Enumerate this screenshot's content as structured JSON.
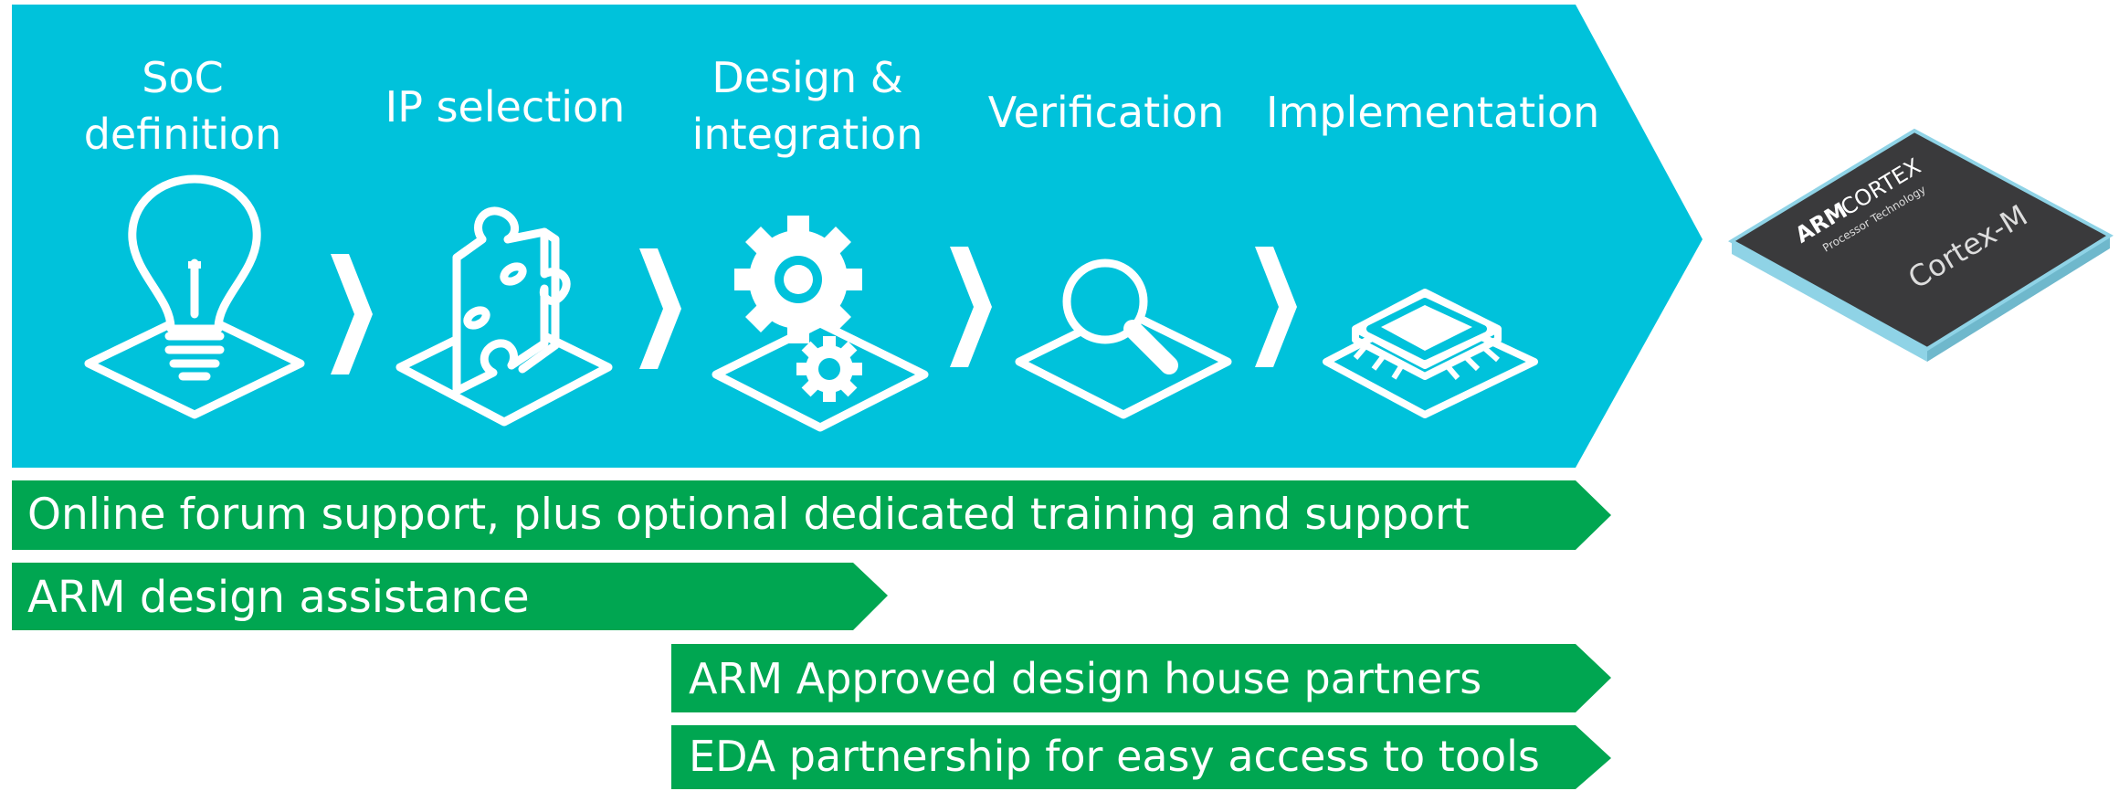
{
  "colors": {
    "banner": "#00c2db",
    "bar": "#00a651",
    "icon": "#ffffff",
    "chip_body": "#555759",
    "chip_edge": "#8fd3e6"
  },
  "stages": [
    {
      "label": "SoC\ndefinition",
      "icon": "lightbulb-icon"
    },
    {
      "label": "IP selection",
      "icon": "puzzle-piece-icon"
    },
    {
      "label": "Design &\nintegration",
      "icon": "gears-icon"
    },
    {
      "label": "Verification",
      "icon": "magnifier-icon"
    },
    {
      "label": "Implementation",
      "icon": "chip-icon"
    }
  ],
  "bars": [
    "Online forum support, plus optional dedicated training and support",
    "ARM design assistance",
    "ARM Approved design house partners",
    "EDA partnership for easy access to tools"
  ],
  "chip": {
    "brand_bold": "ARM",
    "brand_light": "CORTEX",
    "tagline": "Processor Technology",
    "model": "Cortex-M"
  }
}
